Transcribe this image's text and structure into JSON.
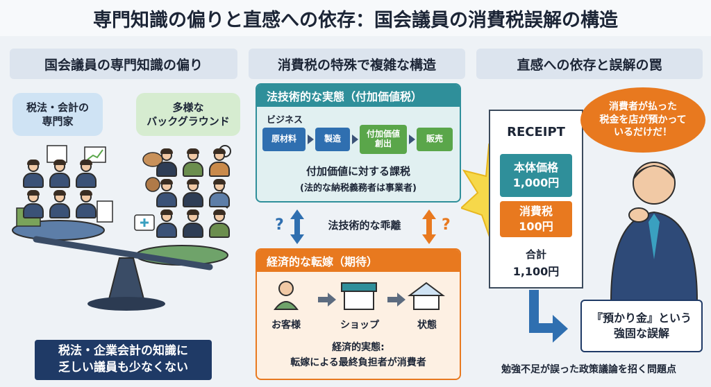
{
  "title": "専門知識の偏りと直感への依存：国会議員の消費税誤解の構造",
  "columns": {
    "left": "国会議員の専門知識の偏り",
    "middle": "消費税の特殊で複雑な構造",
    "right": "直感への依存と誤解の罠"
  },
  "left": {
    "expert_line1": "税法・会計の",
    "expert_line2": "専門家",
    "diverse_line1": "多様な",
    "diverse_line2": "バックグラウンド",
    "note_line1": "税法・企業会計の知識に",
    "note_line2": "乏しい議員も少なくない"
  },
  "middle": {
    "legal_title": "法技術的な実態（付加価値税）",
    "business_label": "ビジネス",
    "flow": [
      "原材料",
      "製造",
      "付加価値\n創出",
      "販売"
    ],
    "legal_line1": "付加価値に対する課税",
    "legal_line2": "(法的な納税義務者は事業者)",
    "gap_label": "法技術的な乖離",
    "gap_mark": "?",
    "econ_title": "経済的な転嫁（期待）",
    "econ_flow": [
      "お客様",
      "ショップ",
      "状態"
    ],
    "econ_line1": "経済的実態:",
    "econ_line2": "転嫁による最終負担者が消費者"
  },
  "right": {
    "receipt_title": "RECEIPT",
    "base_label": "本体価格",
    "base_value": "1,000円",
    "tax_label": "消費税",
    "tax_value": "100円",
    "total_label": "合計",
    "total_value": "1,100円",
    "thought_line1": "消費者が払った",
    "thought_line2": "税金を店が預かって",
    "thought_line3": "いるだけだ！",
    "misconception_line1": "『預かり金』という",
    "misconception_line2": "強固な誤解",
    "footer": "勉強不足が誤った政策議論を招く問題点"
  },
  "colors": {
    "navy": "#1f3a66",
    "teal": "#2f8f9a",
    "orange": "#e8791f",
    "green": "#5aa64a",
    "blue_box": "#2f6fb0"
  }
}
